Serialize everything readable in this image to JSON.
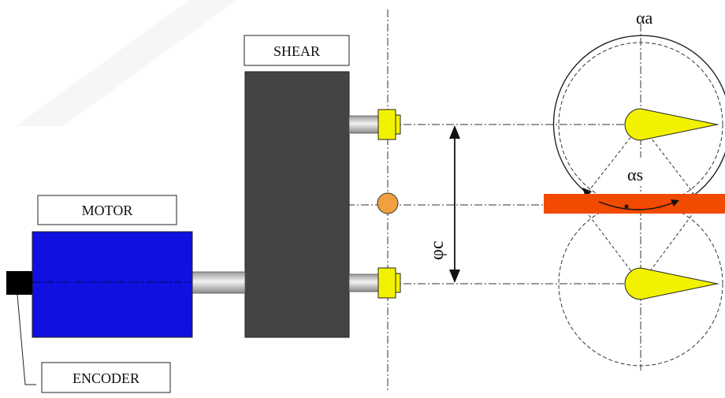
{
  "labels": {
    "shear": "SHEAR",
    "motor": "MOTOR",
    "encoder": "ENCODER",
    "alpha_a": "αa",
    "alpha_s": "αs",
    "phi_c": "φc"
  },
  "colors": {
    "motor": "#1010e0",
    "shear_body": "#444444",
    "coupling": "#f2f200",
    "blade": "#f2f200",
    "strip": "#f24a00",
    "center_roll": "#f0a040",
    "encoder": "#000000"
  }
}
